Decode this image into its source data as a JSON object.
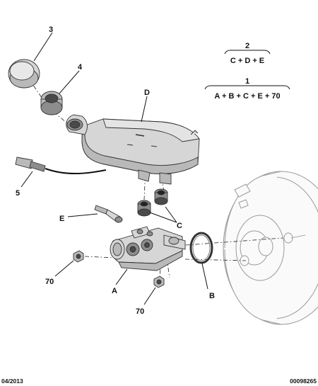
{
  "labels": {
    "item_3": "3",
    "item_4": "4",
    "item_d": "D",
    "item_5": "5",
    "item_e": "E",
    "item_c": "C",
    "item_70_left": "70",
    "item_a": "A",
    "item_70_bottom": "70",
    "item_b": "B"
  },
  "formulas": {
    "f2": {
      "number": "2",
      "expression": "C + D + E"
    },
    "f1": {
      "number": "1",
      "expression": "A + B + C + E + 70"
    }
  },
  "footer": {
    "date": "04/2013",
    "reference": "00098265"
  }
}
